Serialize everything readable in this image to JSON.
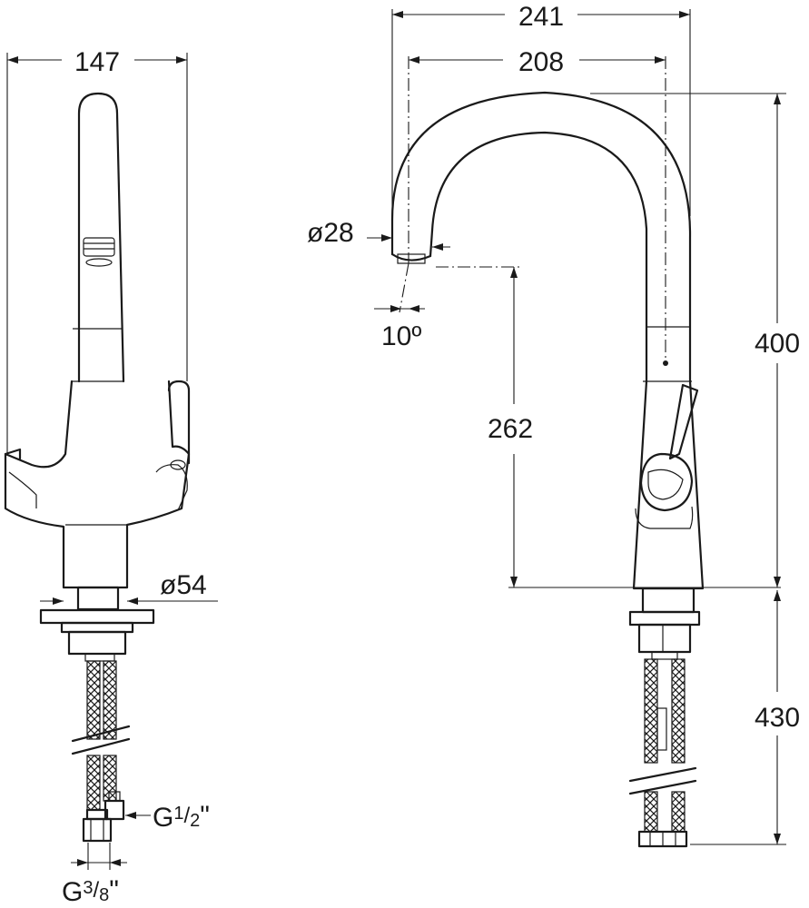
{
  "dimensions": {
    "front_width": "147",
    "base_diameter": "ø54",
    "inlet_hot_cold_prefix": "G",
    "inlet_hot_cold_num": "1",
    "inlet_hot_cold_den": "2",
    "inlet_hot_cold_suffix": "\"",
    "inlet_filtered_prefix": "G",
    "inlet_filtered_num": "3",
    "inlet_filtered_den": "8",
    "inlet_filtered_suffix": "\"",
    "spout_reach_total": "241",
    "spout_reach_axis": "208",
    "outlet_diameter": "ø28",
    "outlet_angle": "10º",
    "spout_clearance": "262",
    "tap_height": "400",
    "hose_length": "430"
  }
}
